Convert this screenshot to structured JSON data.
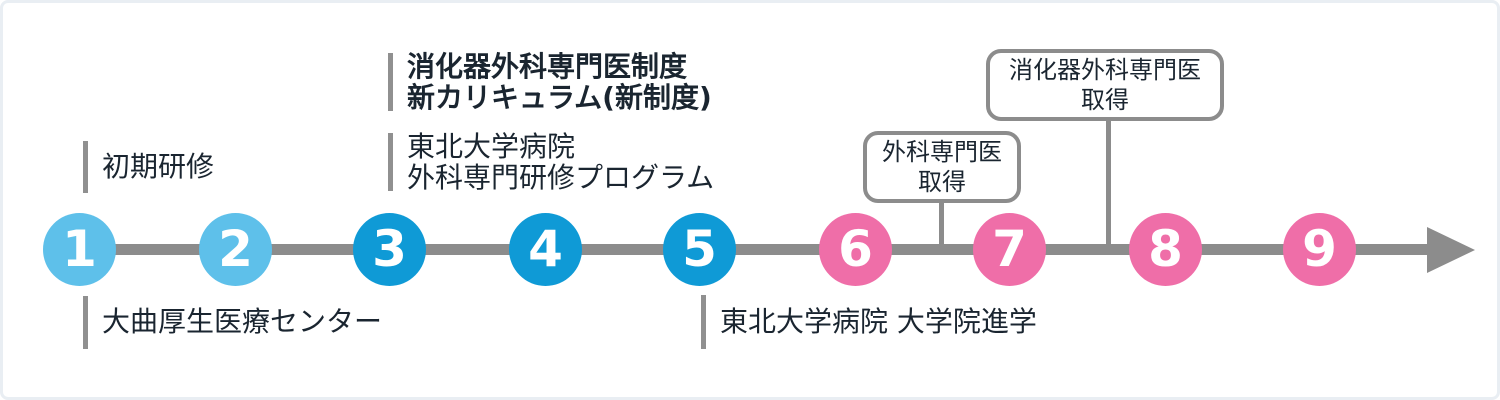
{
  "colors": {
    "light_blue": "#5ec0ea",
    "blue": "#0f9ad6",
    "pink": "#ef6ea8",
    "line_gray": "#8c8c8c",
    "text_navy": "#1a2530",
    "canvas_border": "#e9eef3"
  },
  "timeline": {
    "steps": [
      {
        "number": "1",
        "color": "#5ec0ea"
      },
      {
        "number": "2",
        "color": "#5ec0ea"
      },
      {
        "number": "3",
        "color": "#0f9ad6"
      },
      {
        "number": "4",
        "color": "#0f9ad6"
      },
      {
        "number": "5",
        "color": "#0f9ad6"
      },
      {
        "number": "6",
        "color": "#ef6ea8"
      },
      {
        "number": "7",
        "color": "#ef6ea8"
      },
      {
        "number": "8",
        "color": "#ef6ea8"
      },
      {
        "number": "9",
        "color": "#ef6ea8"
      }
    ]
  },
  "notes": {
    "early_training": {
      "text": "初期研修"
    },
    "omagari": {
      "text": "大曲厚生医療センター"
    },
    "new_system": {
      "line1": "消化器外科専門医制度",
      "line2": "新カリキュラム(新制度)"
    },
    "tohoku_program": {
      "line1": "東北大学病院",
      "line2": "外科専門研修プログラム"
    },
    "grad_school": {
      "text": "東北大学病院 大学院進学"
    }
  },
  "callouts": {
    "surgeon_cert": {
      "line1": "外科専門医",
      "line2": "取得"
    },
    "gi_surgeon_cert": {
      "line1": "消化器外科専門医",
      "line2": "取得"
    }
  }
}
